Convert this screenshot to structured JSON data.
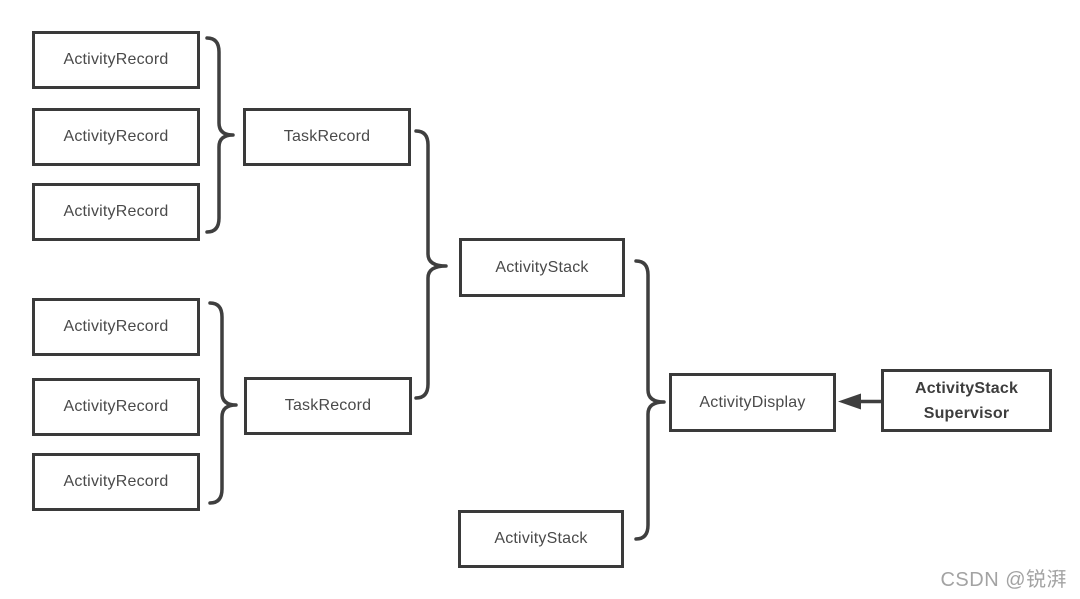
{
  "diagram": {
    "group1_records": [
      "ActivityRecord",
      "ActivityRecord",
      "ActivityRecord"
    ],
    "group2_records": [
      "ActivityRecord",
      "ActivityRecord",
      "ActivityRecord"
    ],
    "task_records": [
      "TaskRecord",
      "TaskRecord"
    ],
    "activity_stacks": [
      "ActivityStack",
      "ActivityStack"
    ],
    "activity_display": "ActivityDisplay",
    "supervisor": {
      "line1": "ActivityStack",
      "line2": "Supervisor"
    }
  },
  "watermark": {
    "brand": "CSDN @锐湃"
  },
  "colors": {
    "background": "#ffffff",
    "box_border": "#3a3a3a",
    "box_text": "#4a4a4a",
    "connector": "#3f3f3f",
    "watermark": "#a3a3a3"
  }
}
